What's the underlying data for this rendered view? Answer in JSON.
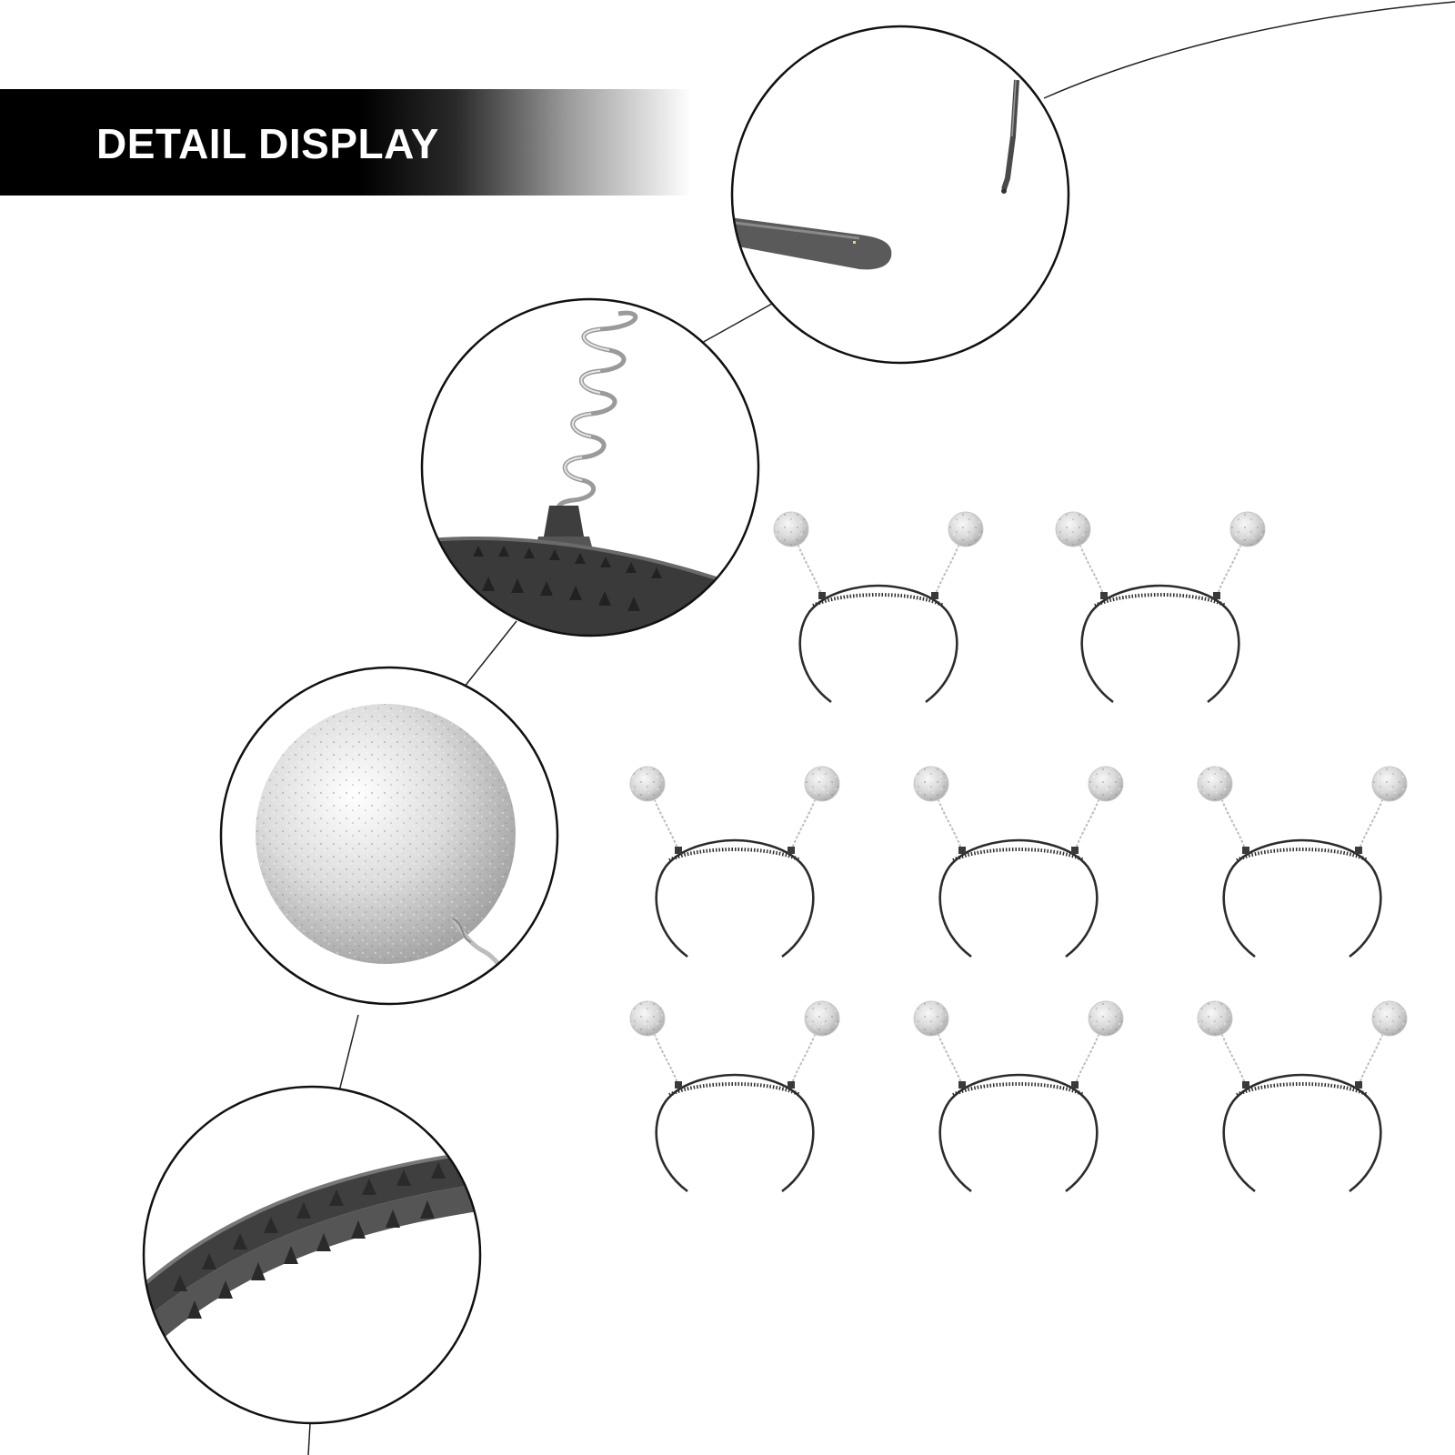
{
  "banner": {
    "title": "DETAIL DISPLAY"
  },
  "detail_callouts": [
    {
      "name": "antenna-tip-closeup",
      "icon": "antenna-tip-icon"
    },
    {
      "name": "spring-base-closeup",
      "icon": "spring-icon"
    },
    {
      "name": "glitter-ball-closeup",
      "icon": "glitter-ball-icon"
    },
    {
      "name": "headband-teeth-closeup",
      "icon": "headband-teeth-icon"
    }
  ],
  "product_grid": {
    "count": 8,
    "item_icon": "antenna-headband-icon"
  },
  "colors": {
    "banner": "#000000",
    "ball": "#d9d9d9",
    "band": "#3a3a3a",
    "outline": "#111111"
  }
}
